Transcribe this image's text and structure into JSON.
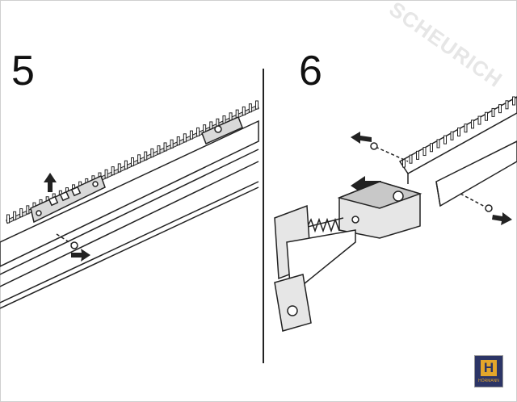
{
  "steps": {
    "step5": "5",
    "step6": "6"
  },
  "watermark": "SCHEURICH",
  "logo": {
    "letter": "H",
    "brand": "HÖRMANN"
  },
  "colors": {
    "line": "#222222",
    "rail_fill": "#ffffff",
    "part_fill": "#d9d9d9",
    "logo_bg": "#2c3566",
    "logo_fg": "#e4a62a"
  }
}
